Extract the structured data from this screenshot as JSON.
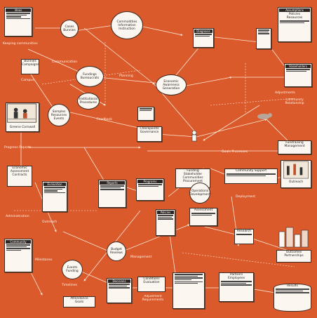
{
  "diagram": {
    "background": "#da5a2c",
    "accent": "#fbf6ef",
    "ink": "#3a2a22",
    "edge_color": "#ffe9d6",
    "nodes": {
      "n_tl_doc": [
        "Ideas"
      ],
      "n_top_circle": [
        "Cases",
        "Bunnies"
      ],
      "n_top_mid_circle": [
        "Commodities",
        "Information",
        "Instruction"
      ],
      "n_top_right_doc": [
        "Diagnosis"
      ],
      "n_right_panel": [
        "Assumptions",
        "Policies",
        "Resources"
      ],
      "n_left_circle1": [
        "Bunnies",
        "Campaigns"
      ],
      "n_left_label": [
        "Campus"
      ],
      "n_mid_circle_a": [
        "Fundings",
        "Bureaucrats"
      ],
      "n_mid_circle_b": [
        "Economic",
        "Awareness",
        "Generation"
      ],
      "n_mid_circle_c": [
        "Institutional",
        "Procedures"
      ],
      "n_right_box": [
        "Stakeholders"
      ],
      "n_left_photo": [
        "Greene Cornwall"
      ],
      "n_left_circle2": [
        "Samples",
        "Resources",
        "Events"
      ],
      "n_center_circle": [
        "Checkpoints",
        "Governance"
      ],
      "n_right_small": [
        "Community",
        "Relationship"
      ],
      "n_right_side_box": [
        "Fundraising",
        "Management"
      ],
      "n_left_list": [
        "Economic",
        "Assessment",
        "Contracts"
      ],
      "n_left_doc2": [
        "Evaluation"
      ],
      "n_center_doc1": [
        "Reports"
      ],
      "n_center_doc2": [
        "Programs"
      ],
      "n_center_right_box": [
        "Funding",
        "Stakeholder Communities",
        "Procurement"
      ],
      "n_right_photo": [
        "Outreach"
      ],
      "n_mid_lower_doc": [
        "Policies"
      ],
      "n_mid_lower_circle": [
        "Operations",
        "Development"
      ],
      "n_bottom_left_doc": [
        "Community"
      ],
      "n_bottom_left_circle": [
        "Events",
        "Funding"
      ],
      "n_bottom_circle2": [
        "Budget",
        "Reviews"
      ],
      "n_bottom_mid_doc": [
        "Decisions"
      ],
      "n_bottom_mid_doc2": [
        "Conditions",
        "Evaluation"
      ],
      "n_bottom_right_doc": [
        "Partners",
        "Employees"
      ],
      "n_bottom_right_box": [
        "Outcomes",
        "Partnerships"
      ],
      "n_br_can": [
        "Results"
      ],
      "n_bottom_label1": [
        "Attendance",
        "Goals"
      ],
      "n_bottom_label2": [
        "Adjustment",
        "Requirements"
      ]
    },
    "labels": {
      "l1": "Keeping communities",
      "l2": "Communication",
      "l3": "Planning",
      "l4": "Adjustments",
      "l5": "Feedback",
      "l6": "Progress Reports",
      "l7": "Goals Processes",
      "l8": "Community Support",
      "l9": "Deployment",
      "l10": "Assessment",
      "l11": "Administration",
      "l12": "Outreach",
      "l13": "Research",
      "l14": "Milestones",
      "l15": "Management",
      "l16": "Timelines"
    }
  }
}
